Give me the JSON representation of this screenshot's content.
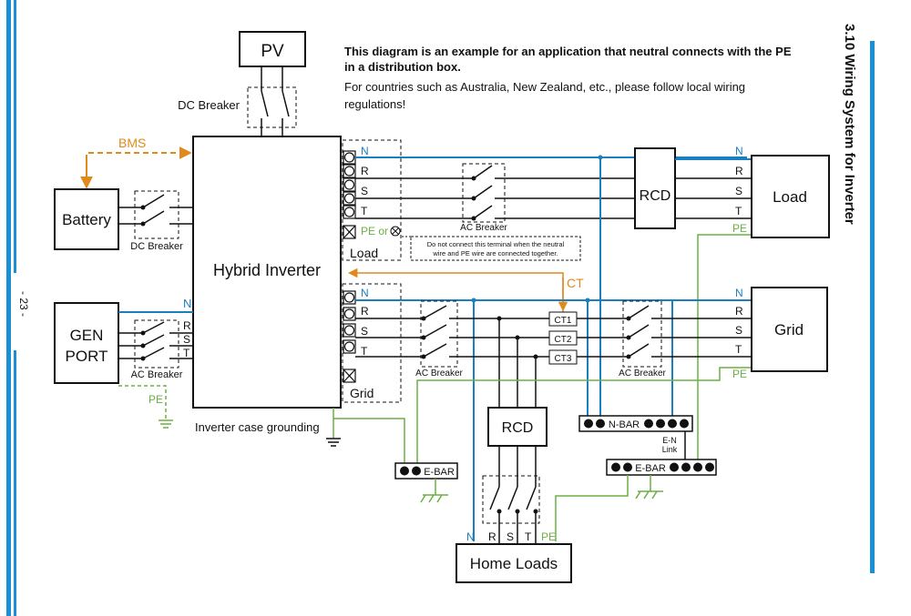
{
  "note": {
    "title": "This diagram is an example for an application that neutral connects with the PE in a distribution box.",
    "body": "For countries such as Australia, New Zealand, etc., please follow local wiring regulations!"
  },
  "section_title": "3.10 Wiring System for Inverter",
  "page_number": "- 23 -",
  "boxes": {
    "pv": "PV",
    "battery": "Battery",
    "gen_port_line1": "GEN",
    "gen_port_line2": "PORT",
    "hybrid_inverter": "Hybrid Inverter",
    "load": "Load",
    "grid": "Grid",
    "rcd_top": "RCD",
    "rcd_bottom": "RCD",
    "home_loads": "Home Loads"
  },
  "labels": {
    "dc_breaker_pv": "DC Breaker",
    "dc_breaker_battery": "DC Breaker",
    "ac_breaker_gen": "AC Breaker",
    "ac_breaker_load": "AC Breaker",
    "ac_breaker_grid_left": "AC Breaker",
    "ac_breaker_grid_right": "AC Breaker",
    "bms": "BMS",
    "ct": "CT",
    "ct1": "CT1",
    "ct2": "CT2",
    "ct3": "CT3",
    "n": "N",
    "r": "R",
    "s": "S",
    "t": "T",
    "pe": "PE",
    "pe_or": "PE or",
    "load_port": "Load",
    "grid_port": "Grid",
    "warning_line1": "Do not connect this terminal when the neutral",
    "warning_line2": "wire and PE wire are connected together.",
    "case_grounding": "Inverter case grounding",
    "n_bar": "N-BAR",
    "e_bar_left": "E-BAR",
    "e_bar_right": "E-BAR",
    "en_link_line1": "E-N",
    "en_link_line2": "Link"
  },
  "colors": {
    "neutral": "#1a7fc1",
    "earth": "#6ab043",
    "bms": "#e08a1e",
    "phase": "#111111",
    "accent_bar": "#1a8fd6"
  }
}
